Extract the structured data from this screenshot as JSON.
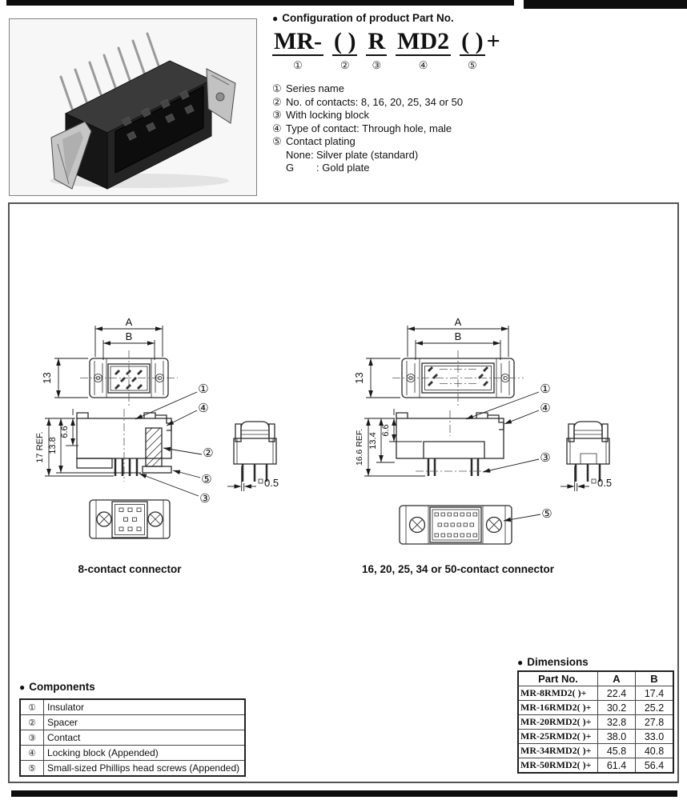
{
  "config": {
    "bullet": "●",
    "heading": "Configuration of product Part No.",
    "segments": [
      {
        "text": "MR-",
        "num": "①"
      },
      {
        "text": "( )",
        "num": "②"
      },
      {
        "text": "R",
        "num": "③"
      },
      {
        "text": "MD2",
        "num": "④"
      },
      {
        "text": "( )",
        "plus": "+",
        "num": "⑤"
      }
    ],
    "notes": [
      {
        "num": "①",
        "text": "Series name"
      },
      {
        "num": "②",
        "text": "No. of contacts: 8, 16, 20, 25, 34 or 50"
      },
      {
        "num": "③",
        "text": "With locking block"
      },
      {
        "num": "④",
        "text": "Type of contact: Through hole, male"
      },
      {
        "num": "⑤",
        "text": "Contact plating"
      }
    ],
    "plating": [
      {
        "k": "None:",
        "v": "Silver plate (standard)"
      },
      {
        "k": "G",
        "v": ": Gold plate"
      }
    ]
  },
  "drawings": {
    "dim_a": "A",
    "dim_b": "B",
    "dim_13": "13",
    "dim_17ref": "17 REF.",
    "dim_138": "13.8",
    "dim_66": "6.6",
    "dim_166ref": "16.6 REF.",
    "dim_134": "13.4",
    "dim_05": "0.5",
    "n1": "①",
    "n2": "②",
    "n3": "③",
    "n4": "④",
    "n5": "⑤",
    "left_caption": "8-contact connector",
    "right_caption": "16, 20, 25, 34 or 50-contact connector"
  },
  "components": {
    "bullet": "●",
    "heading": "Components",
    "rows": [
      {
        "num": "①",
        "label": "Insulator"
      },
      {
        "num": "②",
        "label": "Spacer"
      },
      {
        "num": "③",
        "label": "Contact"
      },
      {
        "num": "④",
        "label": "Locking block (Appended)"
      },
      {
        "num": "⑤",
        "label": "Small-sized Phillips head screws (Appended)"
      }
    ]
  },
  "dimensions": {
    "bullet": "●",
    "heading": "Dimensions",
    "columns": [
      "Part No.",
      "A",
      "B"
    ],
    "rows": [
      {
        "part": "MR-8RMD2( )+",
        "a": "22.4",
        "b": "17.4"
      },
      {
        "part": "MR-16RMD2( )+",
        "a": "30.2",
        "b": "25.2"
      },
      {
        "part": "MR-20RMD2( )+",
        "a": "32.8",
        "b": "27.8"
      },
      {
        "part": "MR-25RMD2( )+",
        "a": "38.0",
        "b": "33.0"
      },
      {
        "part": "MR-34RMD2( )+",
        "a": "45.8",
        "b": "40.8"
      },
      {
        "part": "MR-50RMD2( )+",
        "a": "61.4",
        "b": "56.4"
      }
    ]
  }
}
